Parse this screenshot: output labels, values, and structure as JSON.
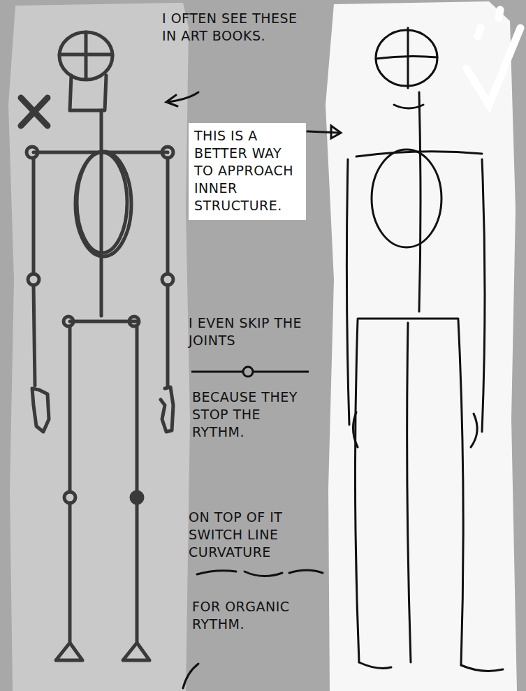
{
  "diagram": {
    "nodes": [
      {
        "text": [
          "THIS IS A BETTER WAY TO APPROACH INNER STRUCTURE."
        ]
      }
    ],
    "edges": [],
    "labels": [
      "I OFTEN SEE THESE IN ART BOOKS.",
      "I EVEN SKIP THE JOINTS",
      "BECAUSE THEY STOP THE RYTHM.",
      "ON TOP OF IT SWITCH LINE CURVATURE",
      "FOR ORGANIC RYTHM."
    ]
  }
}
